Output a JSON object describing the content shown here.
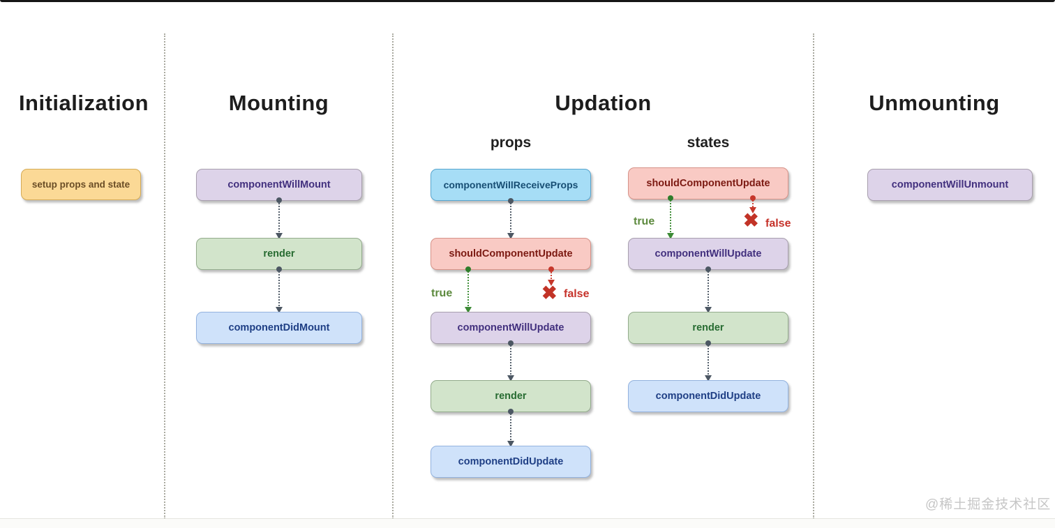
{
  "diagram": {
    "watermark": "@稀土掘金技术社区",
    "icons": {
      "false_x": "✖"
    },
    "colors": {
      "node_orange_fill": "#fbd996",
      "node_purple_fill": "#ddd3e9",
      "node_green_fill": "#d2e4cb",
      "node_blue_fill": "#cfe2fa",
      "node_cyan_fill": "#a6ddf6",
      "node_red_fill": "#f9cac4",
      "connector_slate": "#4c5763",
      "branch_true_green": "#5d8a3e",
      "branch_false_red": "#c6332b"
    },
    "columns": {
      "initialization": {
        "title": "Initialization",
        "nodes": [
          {
            "label": "setup props and state",
            "type": "orange"
          }
        ]
      },
      "mounting": {
        "title": "Mounting",
        "nodes": [
          {
            "label": "componentWillMount",
            "type": "purple"
          },
          {
            "label": "render",
            "type": "green"
          },
          {
            "label": "componentDidMount",
            "type": "blue"
          }
        ]
      },
      "updation": {
        "title": "Updation",
        "props": {
          "subtitle": "props",
          "nodes": [
            {
              "label": "componentWillReceiveProps",
              "type": "cyan"
            },
            {
              "label": "shouldComponentUpdate",
              "type": "red"
            },
            {
              "label": "componentWillUpdate",
              "type": "purple"
            },
            {
              "label": "render",
              "type": "green"
            },
            {
              "label": "componentDidUpdate",
              "type": "blue"
            }
          ],
          "branch": {
            "true_label": "true",
            "false_label": "false"
          }
        },
        "states": {
          "subtitle": "states",
          "nodes": [
            {
              "label": "shouldComponentUpdate",
              "type": "red"
            },
            {
              "label": "componentWillUpdate",
              "type": "purple"
            },
            {
              "label": "render",
              "type": "green"
            },
            {
              "label": "componentDidUpdate",
              "type": "blue"
            }
          ],
          "branch": {
            "true_label": "true",
            "false_label": "false"
          }
        }
      },
      "unmounting": {
        "title": "Unmounting",
        "nodes": [
          {
            "label": "componentWillUnmount",
            "type": "purple"
          }
        ]
      }
    }
  }
}
